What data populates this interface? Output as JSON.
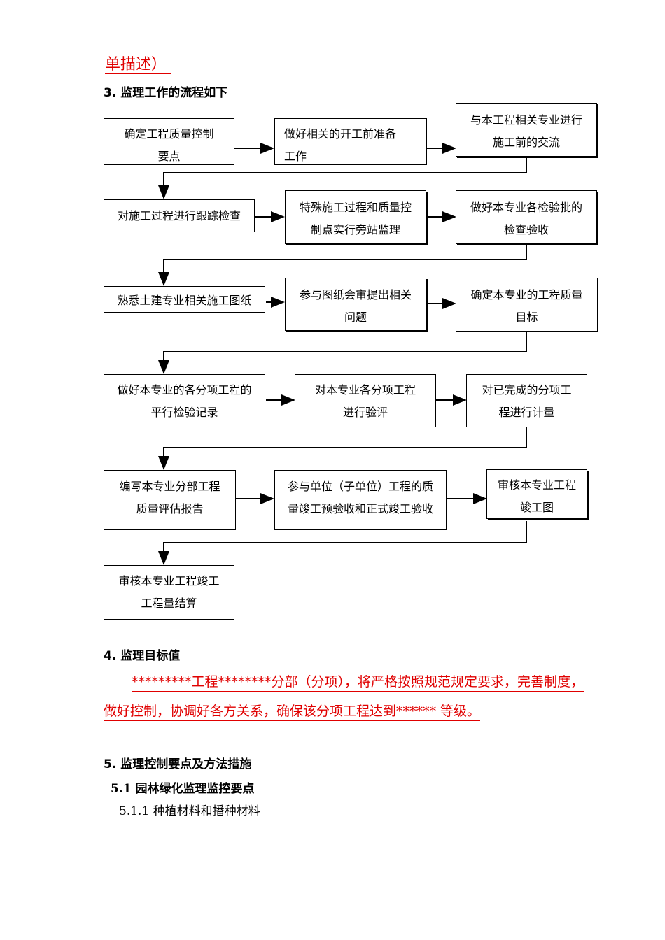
{
  "top_fragment": "单描述）",
  "section3_title": "3. 监理工作的流程如下",
  "flow": {
    "row1": [
      {
        "lines": [
          "确定工程质量控制",
          "要点"
        ]
      },
      {
        "lines": [
          "做好相关的开工前准备",
          "工作"
        ]
      },
      {
        "lines": [
          "与本工程相关专业进行",
          "施工前的交流"
        ]
      }
    ],
    "row2": [
      {
        "lines": [
          "对施工过程进行跟踪检查"
        ]
      },
      {
        "lines": [
          "特殊施工过程和质量控",
          "制点实行旁站监理"
        ]
      },
      {
        "lines": [
          "做好本专业各检验批的",
          "检查验收"
        ]
      }
    ],
    "row3": [
      {
        "lines": [
          "熟悉土建专业相关施工图纸"
        ]
      },
      {
        "lines": [
          "参与图纸会审提出相关",
          "问题"
        ]
      },
      {
        "lines": [
          "确定本专业的工程质量",
          "目标"
        ]
      }
    ],
    "row4": [
      {
        "lines": [
          "做好本专业的各分项工程的",
          "平行检验记录"
        ]
      },
      {
        "lines": [
          "对本专业各分项工程",
          "进行验评"
        ]
      },
      {
        "lines": [
          "对已完成的分项工",
          "程进行计量"
        ]
      }
    ],
    "row5": [
      {
        "lines": [
          "编写本专业分部工程",
          "质量评估报告"
        ]
      },
      {
        "lines": [
          "参与单位（子单位）工程的质",
          "量竣工预验收和正式竣工验收"
        ]
      },
      {
        "lines": [
          "审核本专业工程",
          "竣工图"
        ]
      }
    ],
    "row6": [
      {
        "lines": [
          "审核本专业工程竣工",
          "工程量结算"
        ]
      }
    ]
  },
  "section4_title": "4.  监理目标值",
  "section4_para_line1": "*********工程********分部（分项），将严格按照规范规定要求，完善制度，",
  "section4_para_line2": "做好控制，协调好各方关系，确保该分项工程达到****** 等级。",
  "section5_title": "5.  监理控制要点及方法措施",
  "section51_title": "5.1 园林绿化监理监控要点",
  "section511_title": "5.1.1 种植材料和播种材料"
}
